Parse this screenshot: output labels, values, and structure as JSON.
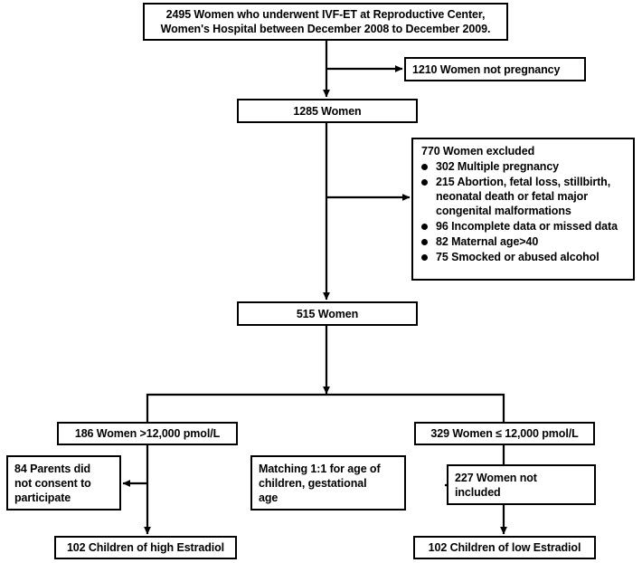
{
  "diagram": {
    "type": "flowchart",
    "title": "IVF-ET study participant flow",
    "nodes": {
      "enrolled": {
        "line1": "2495 Women who underwent IVF-ET at Reproductive Center,",
        "line2": "Women's Hospital between December 2008 to December 2009."
      },
      "not_pregnant": {
        "label": "1210 Women not pregnancy"
      },
      "pregnant": {
        "label": "1285 Women"
      },
      "excluded": {
        "title": "770 Women excluded",
        "items": [
          "302 Multiple pregnancy",
          "215 Abortion, fetal loss, stillbirth, neonatal death or fetal major congenital malformations",
          "96 Incomplete data or missed data",
          "82 Maternal age>40",
          "75 Smocked or abused alcohol"
        ]
      },
      "eligible": {
        "label": "515 Women"
      },
      "high_estradiol": {
        "label": "186 Women >12,000 pmol/L"
      },
      "low_estradiol": {
        "label": "329 Women ≤ 12,000 pmol/L"
      },
      "no_consent": {
        "line1": "84 Parents did",
        "line2": "not consent to",
        "line3": "participate"
      },
      "matching": {
        "line1": "Matching 1:1 for age of",
        "line2": "children, gestational",
        "line3": "age"
      },
      "not_included": {
        "line1": "227 Women not",
        "line2": "included"
      },
      "high_children": {
        "label": "102 Children of high Estradiol"
      },
      "low_children": {
        "label": "102 Children of low Estradiol"
      }
    },
    "colors": {
      "stroke": "#000000",
      "fill": "#ffffff",
      "text": "#000000"
    }
  }
}
